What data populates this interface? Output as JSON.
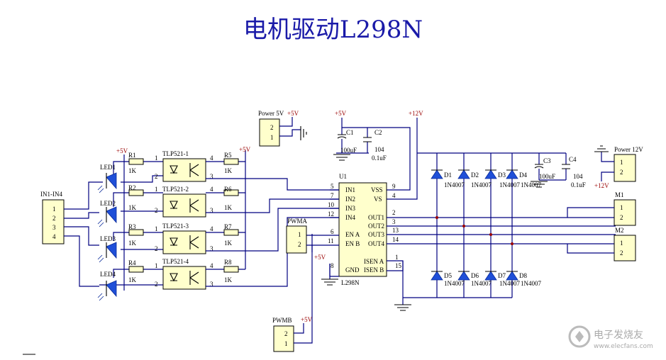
{
  "title": "电机驱动L298N",
  "connectors": {
    "in": {
      "label": "IN1-IN4",
      "pins": [
        "1",
        "2",
        "3",
        "4"
      ]
    },
    "power5v": {
      "label": "Power 5V",
      "pins": [
        "2",
        "1"
      ]
    },
    "power12v": {
      "label": "Power 12V",
      "pins": [
        "1",
        "2"
      ]
    },
    "m1": {
      "label": "M1",
      "pins": [
        "1",
        "2"
      ]
    },
    "m2": {
      "label": "M2",
      "pins": [
        "1",
        "2"
      ]
    },
    "pwma": {
      "label": "PWMA",
      "pins": [
        "1",
        "2"
      ]
    },
    "pwmb": {
      "label": "PWMB",
      "pins": [
        "2",
        "1"
      ]
    }
  },
  "power_labels": {
    "p5": "+5V",
    "p12": "+12V"
  },
  "leds": [
    "LED1",
    "LED2",
    "LED3",
    "LED4"
  ],
  "input_resistors": [
    {
      "name": "R1",
      "value": "1K"
    },
    {
      "name": "R2",
      "value": "1K"
    },
    {
      "name": "R3",
      "value": "1K"
    },
    {
      "name": "R4",
      "value": "1K"
    }
  ],
  "output_resistors": [
    {
      "name": "R5",
      "value": "1K"
    },
    {
      "name": "R6",
      "value": "1K"
    },
    {
      "name": "R7",
      "value": "1K"
    },
    {
      "name": "R8",
      "value": "1K"
    }
  ],
  "optocouplers": [
    "TLP521-1",
    "TLP521-2",
    "TLP521-3",
    "TLP521-4"
  ],
  "opto_pins": [
    "1",
    "2",
    "4",
    "3"
  ],
  "chip": {
    "ref": "U1",
    "name": "L298N",
    "left_pins": [
      {
        "num": "5",
        "label": "IN1"
      },
      {
        "num": "7",
        "label": "IN2"
      },
      {
        "num": "10",
        "label": "IN3"
      },
      {
        "num": "12",
        "label": "IN4"
      },
      {
        "num": "6",
        "label": "EN A"
      },
      {
        "num": "11",
        "label": "EN B"
      },
      {
        "num": "8",
        "label": "GND"
      }
    ],
    "right_pins": [
      {
        "num": "9",
        "label": "VSS"
      },
      {
        "num": "4",
        "label": "VS"
      },
      {
        "num": "2",
        "label": "OUT1"
      },
      {
        "num": "3",
        "label": "OUT2"
      },
      {
        "num": "13",
        "label": "OUT3"
      },
      {
        "num": "14",
        "label": "OUT4"
      },
      {
        "num": "1",
        "label": "ISEN A"
      },
      {
        "num": "15",
        "label": "ISEN B"
      }
    ]
  },
  "capacitors": [
    {
      "name": "C1",
      "value": "100uF"
    },
    {
      "name": "C2",
      "value": "104",
      "value2": "0.1uF"
    },
    {
      "name": "C3",
      "value": "100uF"
    },
    {
      "name": "C4",
      "value": "104",
      "value2": "0.1uF"
    }
  ],
  "diodes": [
    {
      "name": "D1",
      "part": "1N4007"
    },
    {
      "name": "D2",
      "part": "1N4007"
    },
    {
      "name": "D3",
      "part": "1N4007"
    },
    {
      "name": "D4",
      "part": "1N4007"
    },
    {
      "name": "D5",
      "part": "1N4007"
    },
    {
      "name": "D6",
      "part": "1N4007"
    },
    {
      "name": "D7",
      "part": "1N4007"
    },
    {
      "name": "D8",
      "part": "1N4007"
    }
  ],
  "watermark": {
    "brand": "电子发烧友",
    "url": "www.elecfans.com"
  },
  "colors": {
    "wire": "#000080",
    "title": "#1a1aa8",
    "part_fill": "#ffffcc",
    "led": "#1f4fd8",
    "power": "#990000"
  }
}
